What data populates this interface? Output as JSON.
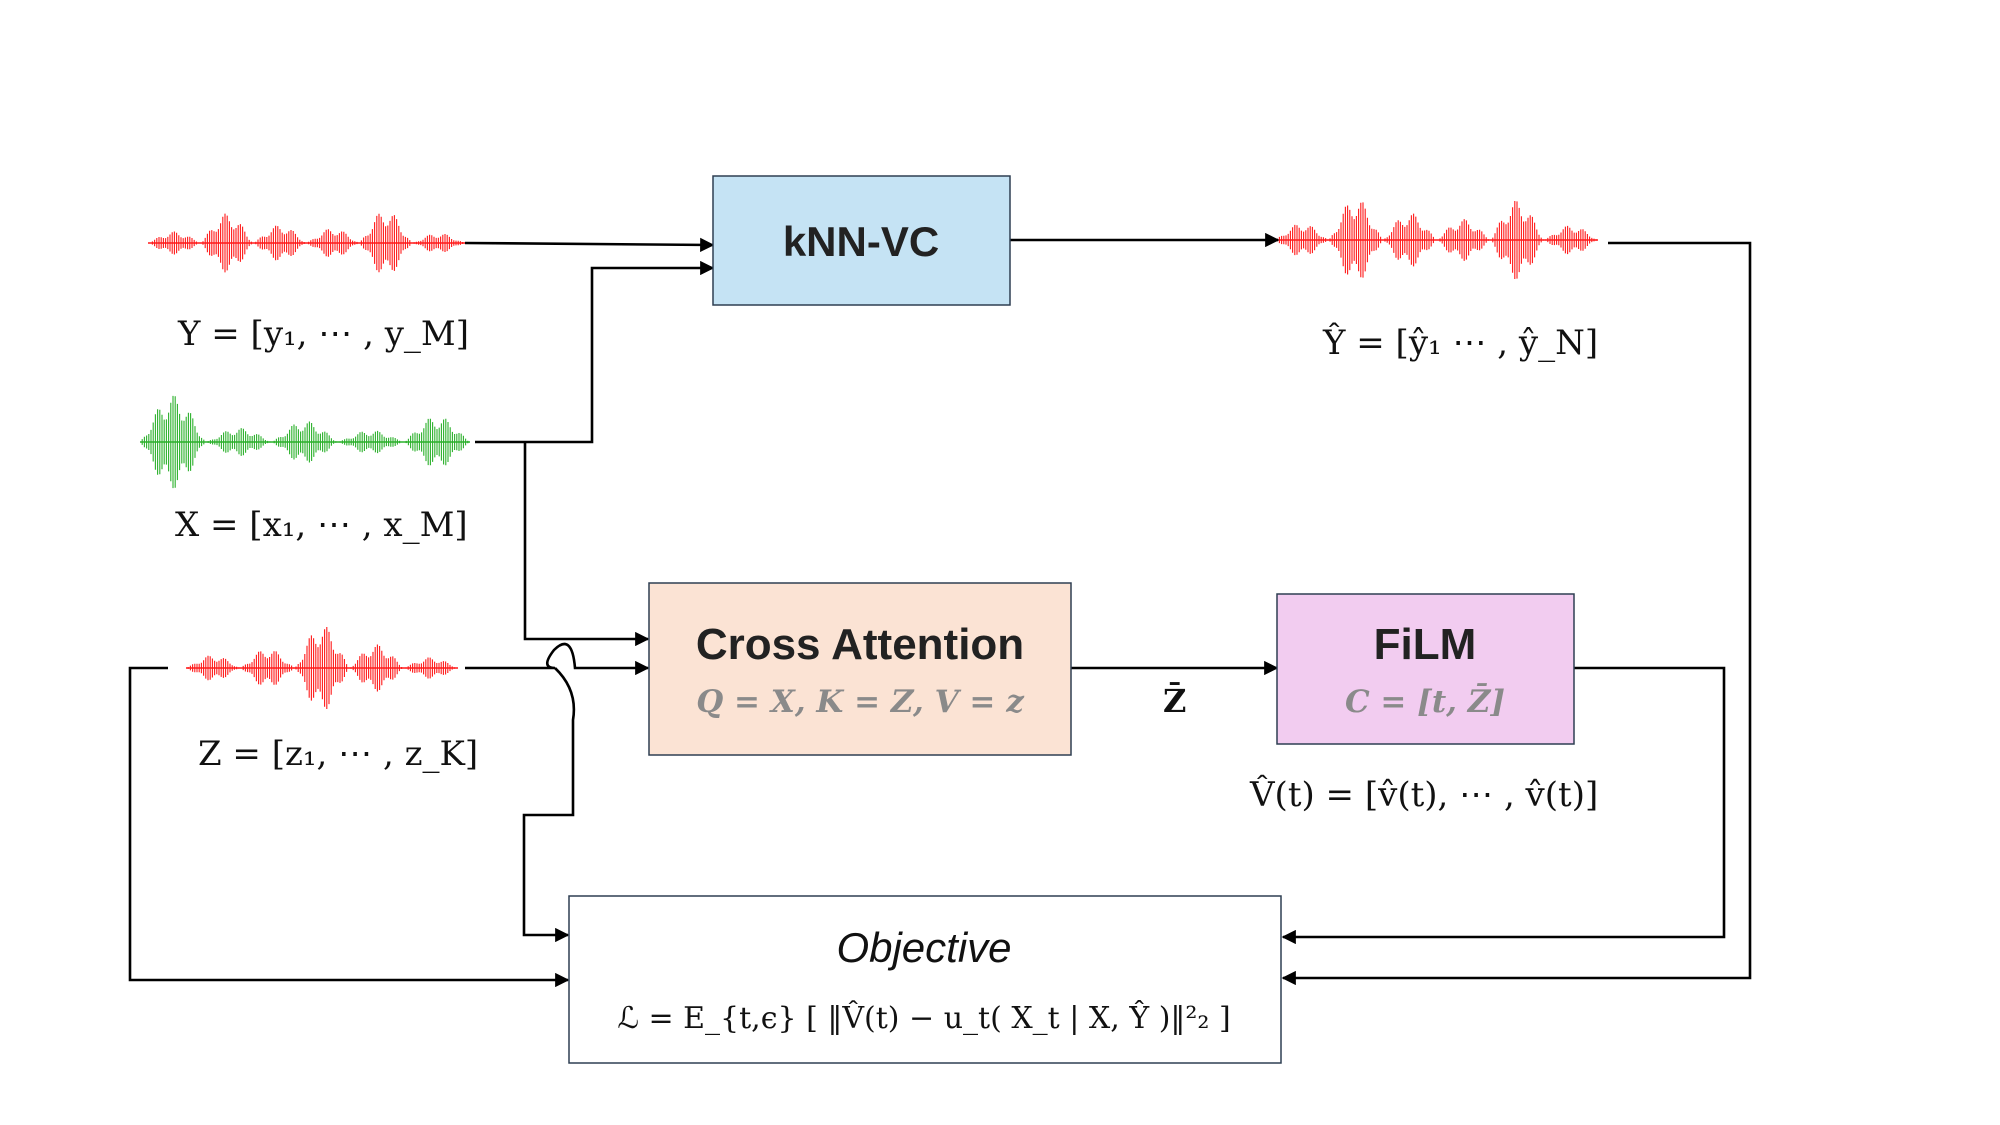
{
  "colors": {
    "knn_fill": "#c5e3f4",
    "cross_fill": "#fbe3d4",
    "film_fill": "#f2ccf0",
    "objective_fill": "#ffffff",
    "box_stroke": "#2e3f52",
    "wave_red": "#ff1a1a",
    "wave_green": "#2bb02b"
  },
  "blocks": {
    "knn": {
      "title": "kNN-VC"
    },
    "cross_attention": {
      "title": "Cross Attention",
      "subtitle": "Q = X, K = Z, V = z"
    },
    "film": {
      "title": "FiLM",
      "subtitle": "C = [t, Z̄]"
    },
    "objective": {
      "title": "Objective",
      "equation": "ℒ = E_{t,ϵ} [ ‖V̂(t) − u_t( X_t | X, Ŷ )‖²₂ ]"
    }
  },
  "signals": {
    "Y": "Y = [y₁, ⋯ , y_M]",
    "X": "X = [x₁, ⋯ , x_M]",
    "Z": "Z = [z₁, ⋯ , z_K]",
    "Y_hat": "Ŷ = [ŷ₁ ⋯ , ŷ_N]",
    "Z_bar": "Z̄",
    "V_hat": "V̂(t) = [v̂(t), ⋯ , v̂(t)]"
  },
  "waveforms": [
    {
      "id": "wave-y",
      "color": "red",
      "envelope": [
        0.35,
        0.9,
        0.55,
        0.45,
        1.0,
        0.3
      ]
    },
    {
      "id": "wave-x",
      "color": "green",
      "envelope": [
        1.0,
        0.3,
        0.45,
        0.25,
        0.55
      ]
    },
    {
      "id": "wave-z",
      "color": "red",
      "envelope": [
        0.3,
        0.45,
        1.0,
        0.55,
        0.25
      ]
    },
    {
      "id": "wave-yhat",
      "color": "red",
      "envelope": [
        0.4,
        1.0,
        0.65,
        0.5,
        0.95,
        0.35
      ]
    }
  ]
}
